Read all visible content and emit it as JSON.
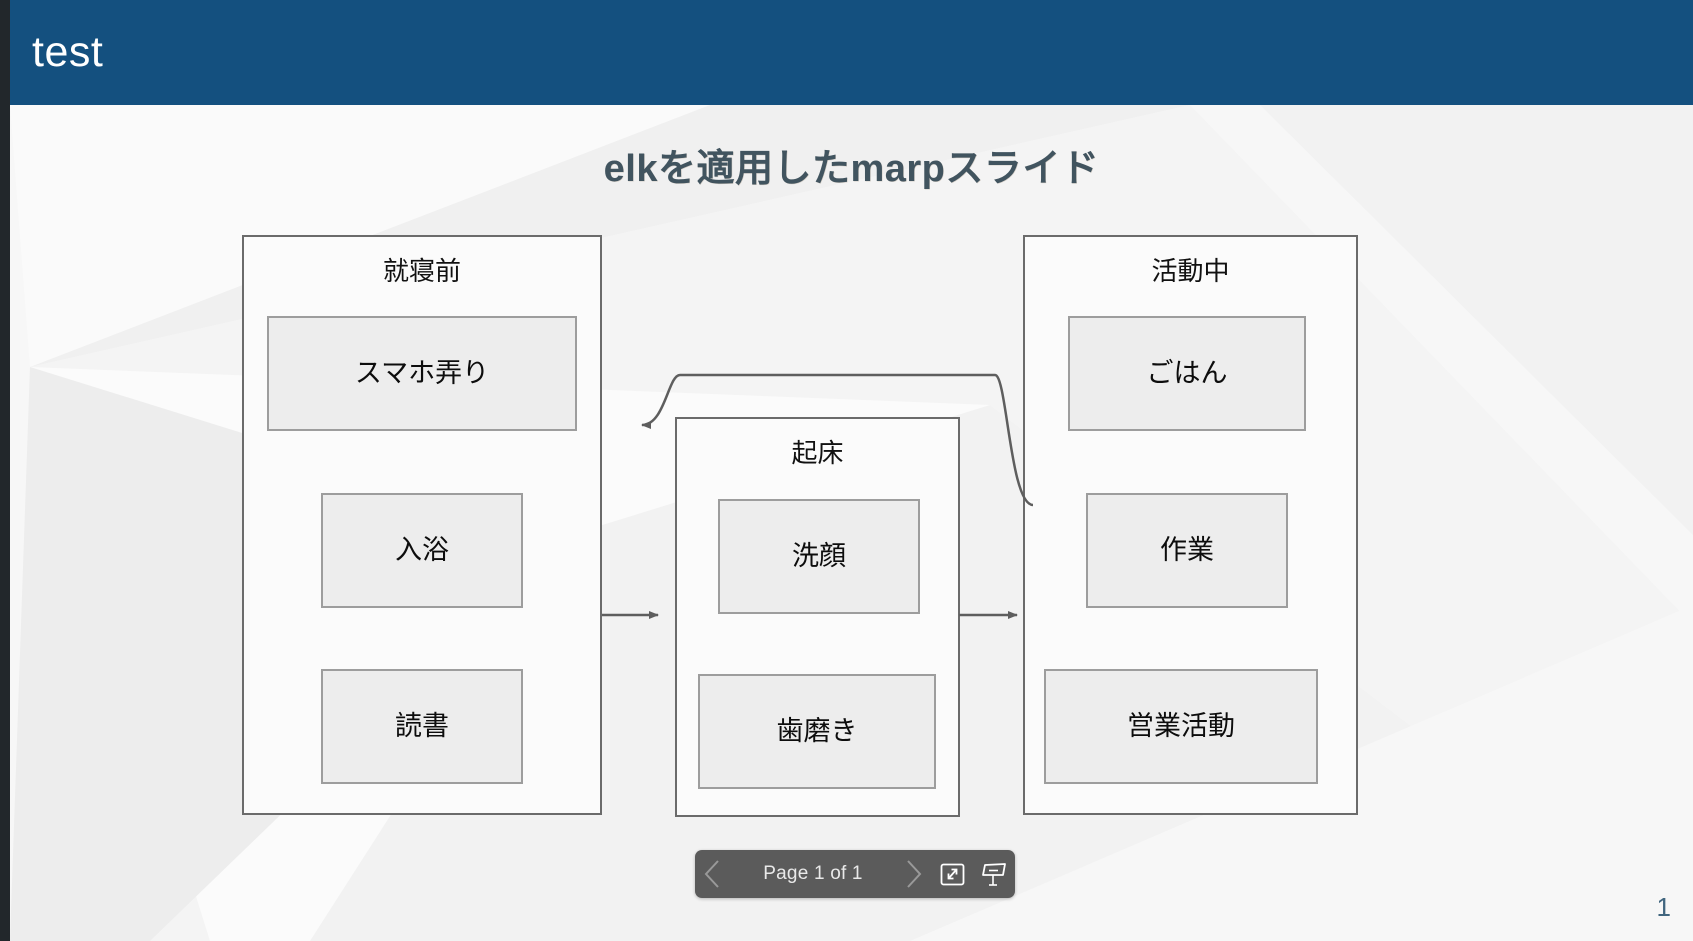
{
  "window": {
    "header_title": "test",
    "header_bg": "#14507f",
    "rail_color": "#22272b"
  },
  "slide": {
    "title": "elkを適用したmarpスライド",
    "title_color": "#41545f",
    "page_number": "1",
    "page_number_color": "#41667f",
    "background": "#f7f7f7"
  },
  "diagram": {
    "node_fill": "#ededed",
    "node_border": "#9d9d9d",
    "group_border": "#6b6b6b",
    "edge_color": "#5e5e5e",
    "groups": [
      {
        "id": "before-bed",
        "label": "就寝前",
        "nodes": [
          {
            "id": "smartphone",
            "label": "スマホ弄り"
          },
          {
            "id": "bath",
            "label": "入浴"
          },
          {
            "id": "reading",
            "label": "読書"
          }
        ]
      },
      {
        "id": "wake-up",
        "label": "起床",
        "nodes": [
          {
            "id": "wash-face",
            "label": "洗顔"
          },
          {
            "id": "brush-teeth",
            "label": "歯磨き"
          }
        ]
      },
      {
        "id": "active",
        "label": "活動中",
        "nodes": [
          {
            "id": "meal",
            "label": "ごはん"
          },
          {
            "id": "work",
            "label": "作業"
          },
          {
            "id": "sales",
            "label": "営業活動"
          }
        ]
      }
    ],
    "edges": [
      {
        "id": "before-bed-to-wake-up",
        "from": "就寝前",
        "to": "起床"
      },
      {
        "id": "wake-up-to-active",
        "from": "起床",
        "to": "活動中"
      },
      {
        "id": "active-to-before-bed",
        "from": "活動中",
        "to": "就寝前"
      }
    ]
  },
  "toolbar": {
    "prev_label": "chevron-left-icon",
    "next_label": "chevron-right-icon",
    "page_label": "Page 1 of 1",
    "fullscreen_label": "fullscreen-icon",
    "presenter_label": "presenter-view-icon",
    "bg": "#5b5b5b"
  }
}
